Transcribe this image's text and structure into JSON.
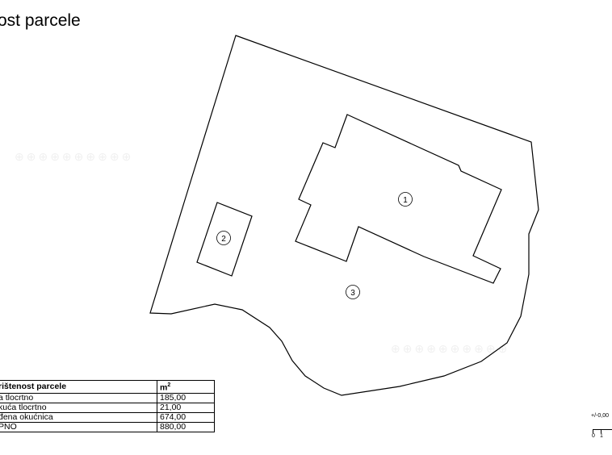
{
  "title": "ost parcele",
  "plan": {
    "labels": [
      "1",
      "2",
      "3"
    ]
  },
  "table": {
    "header": {
      "name": "rištenost parcele",
      "unit": "m",
      "unit_sup": "2"
    },
    "rows": [
      {
        "name": "a tlocrtno",
        "value": "185,00"
      },
      {
        "name": "kuća tlocrtno",
        "value": "21,00"
      },
      {
        "name": "đena okućnica",
        "value": "674,00"
      },
      {
        "name": "PNO",
        "value": "880,00"
      }
    ]
  },
  "level_mark": "+/-0,00",
  "scale": {
    "start": "0",
    "next": "1"
  }
}
